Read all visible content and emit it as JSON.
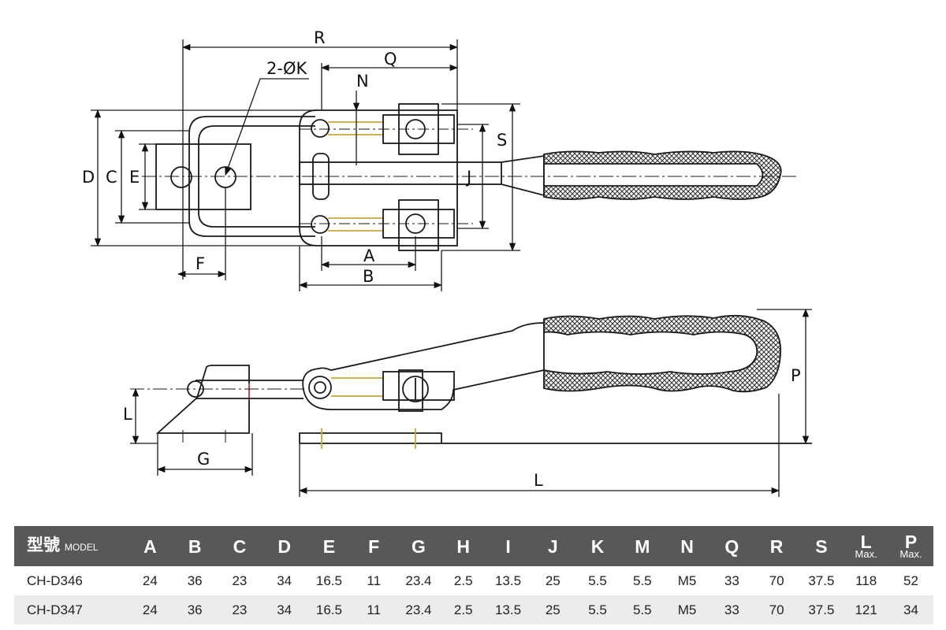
{
  "drawing": {
    "labels": {
      "R": "R",
      "Q": "Q",
      "N": "N",
      "K": "2-ØK",
      "D": "D",
      "C": "C",
      "E": "E",
      "S": "S",
      "J": "J",
      "A": "A",
      "B": "B",
      "F": "F",
      "L": "L",
      "P": "P",
      "G": "G",
      "L2": "L"
    }
  },
  "table": {
    "model_header": "型號",
    "model_header_en": "MODEL",
    "columns": [
      {
        "label": "A"
      },
      {
        "label": "B"
      },
      {
        "label": "C"
      },
      {
        "label": "D"
      },
      {
        "label": "E"
      },
      {
        "label": "F"
      },
      {
        "label": "G"
      },
      {
        "label": "H"
      },
      {
        "label": "I"
      },
      {
        "label": "J"
      },
      {
        "label": "K"
      },
      {
        "label": "M"
      },
      {
        "label": "N"
      },
      {
        "label": "Q"
      },
      {
        "label": "R"
      },
      {
        "label": "S"
      },
      {
        "label": "L",
        "sub": "Max."
      },
      {
        "label": "P",
        "sub": "Max."
      }
    ],
    "rows": [
      {
        "model": "CH-D346",
        "values": [
          "24",
          "36",
          "23",
          "34",
          "16.5",
          "11",
          "23.4",
          "2.5",
          "13.5",
          "25",
          "5.5",
          "5.5",
          "M5",
          "33",
          "70",
          "37.5",
          "118",
          "52"
        ]
      },
      {
        "model": "CH-D347",
        "values": [
          "24",
          "36",
          "23",
          "34",
          "16.5",
          "11",
          "23.4",
          "2.5",
          "13.5",
          "25",
          "5.5",
          "5.5",
          "M5",
          "33",
          "70",
          "37.5",
          "121",
          "34"
        ]
      }
    ]
  }
}
